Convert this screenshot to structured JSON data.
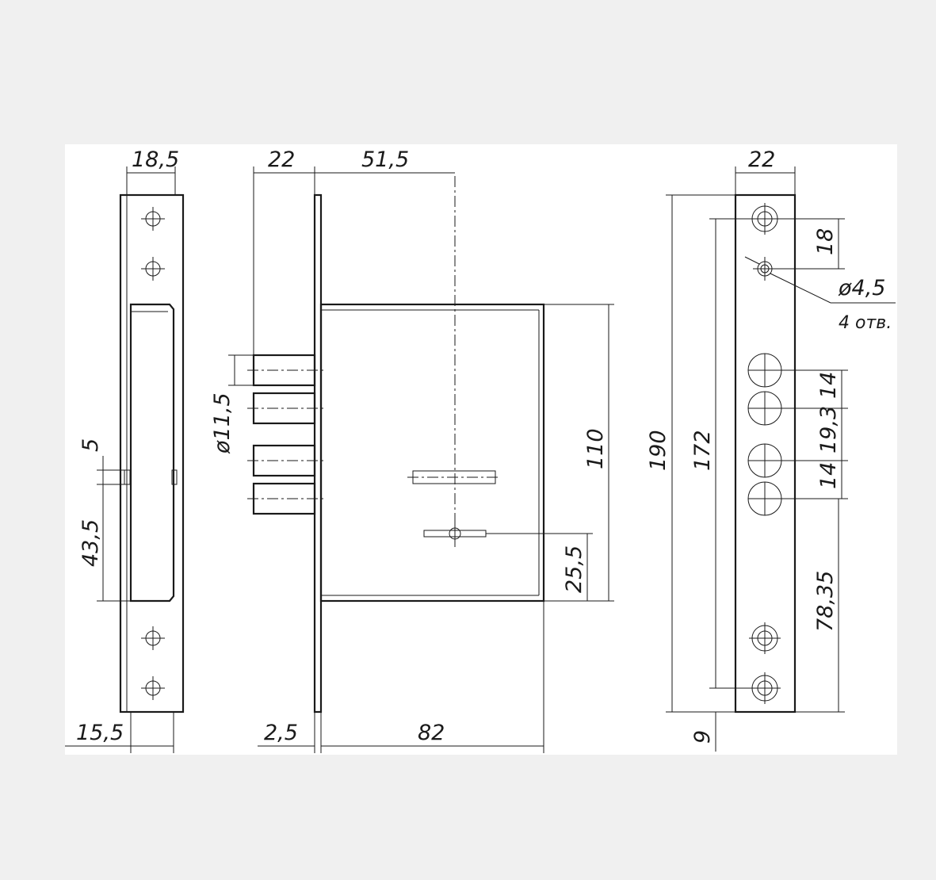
{
  "left_view": {
    "top_width": "18,5",
    "gap_small": "5",
    "gap_large": "43,5",
    "bottom_width": "15,5"
  },
  "middle_view": {
    "plate_width": "22",
    "backset": "51,5",
    "bolt_diameter": "ø11,5",
    "body_height": "110",
    "keyhole_offset": "25,5",
    "plate_thickness": "2,5",
    "body_depth": "82"
  },
  "right_view": {
    "plate_width": "22",
    "hole_spacing_top": "18",
    "hole_diameter": "ø4,5",
    "hole_count": "4 отв.",
    "bolt_gap_1": "14",
    "bolt_gap_2": "19,3",
    "bolt_gap_3": "14",
    "bottom_offset": "78,35",
    "total_height": "190",
    "hole_span": "172",
    "edge_offset": "9"
  }
}
